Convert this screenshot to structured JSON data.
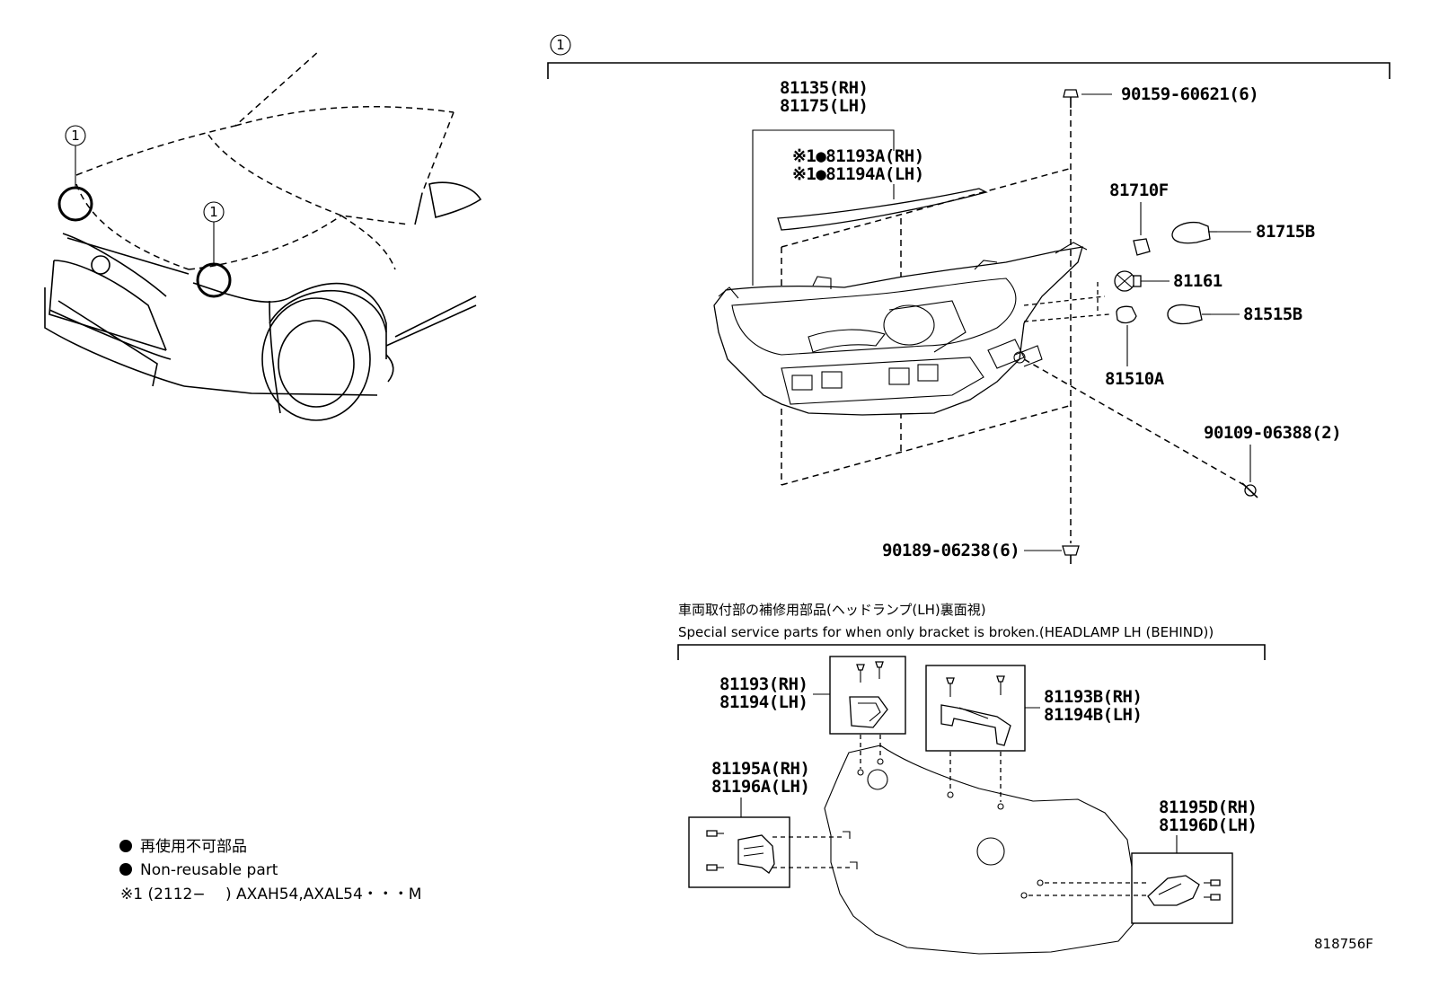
{
  "callout_number": "1",
  "headlamp_assembly": [
    "81135(RH)",
    "81175(LH)"
  ],
  "lens_cover": [
    "※1●81193A(RH)",
    "※1●81194A(LH)"
  ],
  "parts": {
    "screw_top": "90159-60621(6)",
    "bulb_81710F": "81710F",
    "socket_81715B": "81715B",
    "socket_81161": "81161",
    "socket_81515B": "81515B",
    "bulb_81510A": "81510A",
    "screw_side": "90109-06388(2)",
    "screw_bottom": "90189-06238(6)"
  },
  "service_section": {
    "title_ja": "車両取付部の補修用部品(ヘッドランプ(LH)裏面視)",
    "title_en": "Special service parts for when only bracket is broken.(HEADLAMP LH (BEHIND))",
    "bracket_a": [
      "81193(RH)",
      "81194(LH)"
    ],
    "bracket_b": [
      "81193B(RH)",
      "81194B(LH)"
    ],
    "bracket_c": [
      "81195A(RH)",
      "81196A(LH)"
    ],
    "bracket_d": [
      "81195D(RH)",
      "81196D(LH)"
    ]
  },
  "legend": {
    "nonreusable_ja": "再使用不可部品",
    "nonreusable_en": "Non-reusable part",
    "note1": "※1 (2112−　 ) AXAH54,AXAL54・・・M"
  },
  "diagram_code": "818756F"
}
